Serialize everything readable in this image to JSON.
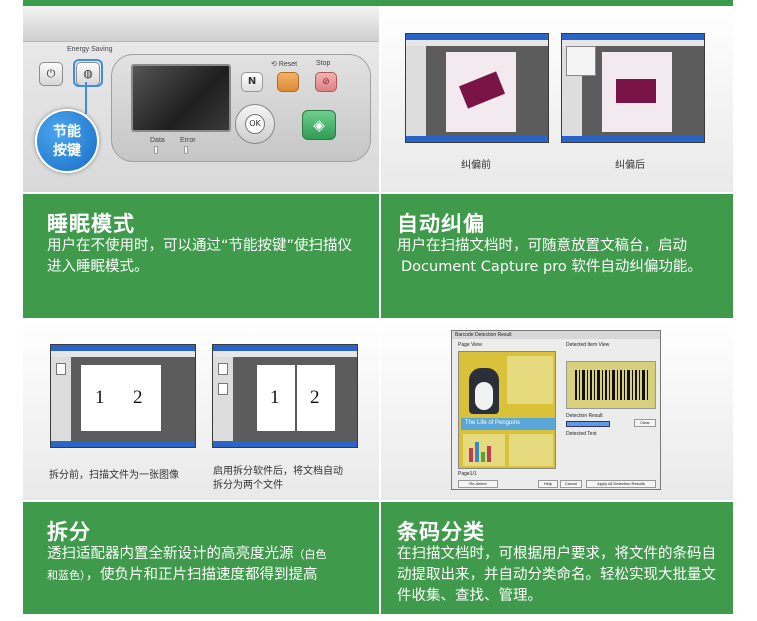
{
  "device": {
    "energy_saving_label": "Energy Saving",
    "reset_label": "Reset",
    "stop_label": "Stop",
    "ok_label": "OK",
    "data_led_label": "Data",
    "error_led_label": "Error",
    "callout_line1": "节能",
    "callout_line2": "按键"
  },
  "deskew": {
    "before_caption": "纠偏前",
    "after_caption": "纠偏后"
  },
  "split": {
    "before_caption": "拆分前，扫描文件为一张图像",
    "after_caption_line1": "启用拆分软件后，将文档自动",
    "after_caption_line2": "拆分为两个文件",
    "page_num_1": "1",
    "page_num_2": "2"
  },
  "barcode_window": {
    "title": "Barcode Detection Result",
    "page_view_label": "Page View",
    "detected_view_label": "Detected Item View",
    "detection_label": "Detection Result",
    "detected_text_label": "Detected Text",
    "page_label": "Page1/1",
    "book_title": "The Life of Penguins",
    "btn_redetect": "Re-detect",
    "btn_help": "Help",
    "btn_cancel": "Cancel",
    "btn_apply": "Apply All Detection Results",
    "btn_clear": "Clear"
  },
  "features": [
    {
      "title": "睡眠模式",
      "body": "用户在不使用时，可以通过“节能按键”使扫描仪进入睡眠模式。"
    },
    {
      "title": "自动纠偏",
      "body_line1": "用户在扫描文档时，可随意放置文稿台，启动",
      "body_line2": "Document Capture pro 软件自动纠偏功能。"
    },
    {
      "title": "拆分",
      "body_main": "透扫适配器内置全新设计的高亮度光源",
      "body_small1": "（白色",
      "body_small2": "和蓝色）",
      "body_rest": "，使负片和正片扫描速度都得到提高"
    },
    {
      "title": "条码分类",
      "body": "在扫描文档时，可根据用户要求，将文件的条码自动提取出来，并自动分类命名。轻松实现大批量文件收集、查找、管理。"
    }
  ]
}
